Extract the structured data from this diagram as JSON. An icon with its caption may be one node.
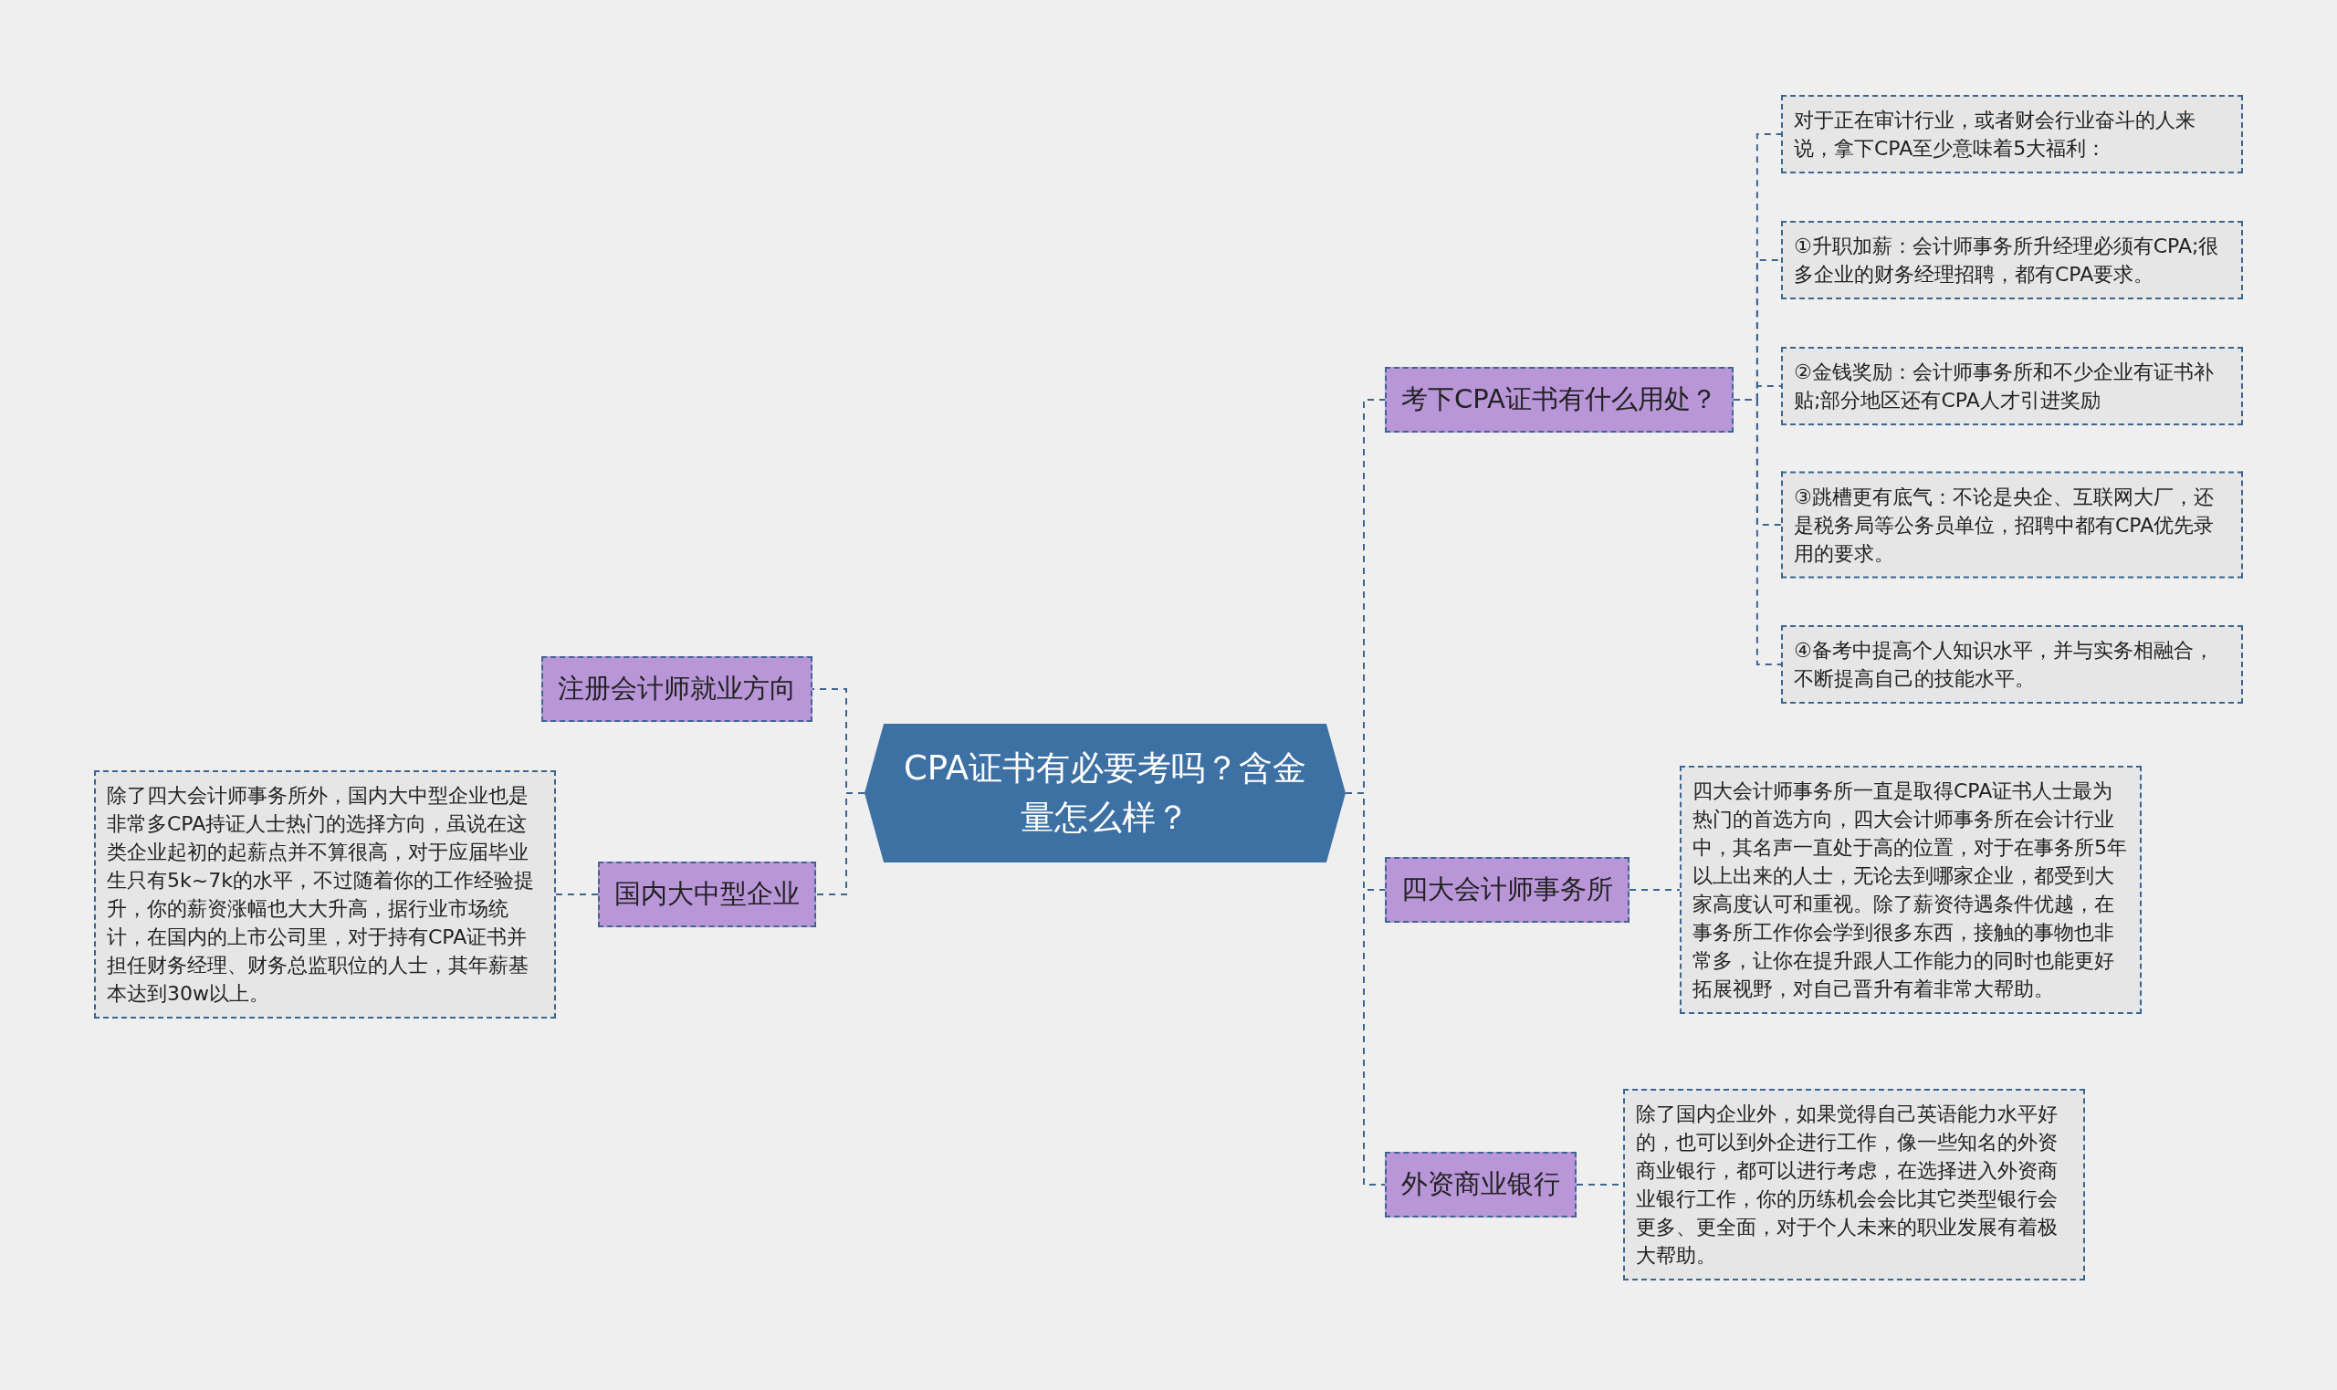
{
  "diagram": {
    "nodes": [
      {
        "text": [
          "CPA证书有必要考吗？含金量怎么样？"
        ]
      },
      {
        "text": [
          "考下CPA证书有什么用处？"
        ]
      },
      {
        "text": [
          "对于正在审计行业，或者财会行业奋斗的人来说，拿下CPA至少意味着5大福利："
        ]
      },
      {
        "text": [
          "①升职加薪：会计师事务所升经理必须有CPA;很多企业的财务经理招聘，都有CPA要求。"
        ]
      },
      {
        "text": [
          "②金钱奖励：会计师事务所和不少企业有证书补贴;部分地区还有CPA人才引进奖励"
        ]
      },
      {
        "text": [
          "③跳槽更有底气：不论是央企、互联网大厂，还是税务局等公务员单位，招聘中都有CPA优先录用的要求。"
        ]
      },
      {
        "text": [
          "④备考中提高个人知识水平，并与实务相融合，不断提高自己的技能水平。"
        ]
      },
      {
        "text": [
          "四大会计师事务所"
        ]
      },
      {
        "text": [
          "四大会计师事务所一直是取得CPA证书人士最为热门的首选方向，四大会计师事务所在会计行业中，其名声一直处于高的位置，对于在事务所5年以上出来的人士，无论去到哪家企业，都受到大家高度认可和重视。除了薪资待遇条件优越，在事务所工作你会学到很多东西，接触的事物也非常多，让你在提升跟人工作能力的同时也能更好拓展视野，对自己晋升有着非常大帮助。"
        ]
      },
      {
        "text": [
          "外资商业银行"
        ]
      },
      {
        "text": [
          "除了国内企业外，如果觉得自己英语能力水平好的，也可以到外企进行工作，像一些知名的外资商业银行，都可以进行考虑，在选择进入外资商业银行工作，你的历练机会会比其它类型银行会更多、更全面，对于个人未来的职业发展有着极大帮助。"
        ]
      },
      {
        "text": [
          "注册会计师就业方向"
        ]
      },
      {
        "text": [
          "国内大中型企业"
        ]
      },
      {
        "text": [
          "除了四大会计师事务所外，国内大中型企业也是非常多CPA持证人士热门的选择方向，虽说在这类企业起初的起薪点并不算很高，对于应届毕业生只有5k~7k的水平，不过随着你的工作经验提升，你的薪资涨幅也大大升高，据行业市场统计，在国内的上市公司里，对于持有CPA证书并担任财务经理、财务总监职位的人士，其年薪基本达到30w以上。"
        ]
      }
    ],
    "edges": [
      {
        "from": 0,
        "to": 1,
        "arrow": "none"
      },
      {
        "from": 1,
        "to": 2,
        "arrow": "none"
      },
      {
        "from": 1,
        "to": 3,
        "arrow": "none"
      },
      {
        "from": 1,
        "to": 4,
        "arrow": "none"
      },
      {
        "from": 1,
        "to": 5,
        "arrow": "none"
      },
      {
        "from": 1,
        "to": 6,
        "arrow": "none"
      },
      {
        "from": 0,
        "to": 7,
        "arrow": "none"
      },
      {
        "from": 7,
        "to": 8,
        "arrow": "none"
      },
      {
        "from": 0,
        "to": 9,
        "arrow": "none"
      },
      {
        "from": 9,
        "to": 10,
        "arrow": "none"
      },
      {
        "from": 0,
        "to": 11,
        "arrow": "none"
      },
      {
        "from": 0,
        "to": 12,
        "arrow": "none"
      },
      {
        "from": 12,
        "to": 13,
        "arrow": "none"
      }
    ]
  }
}
